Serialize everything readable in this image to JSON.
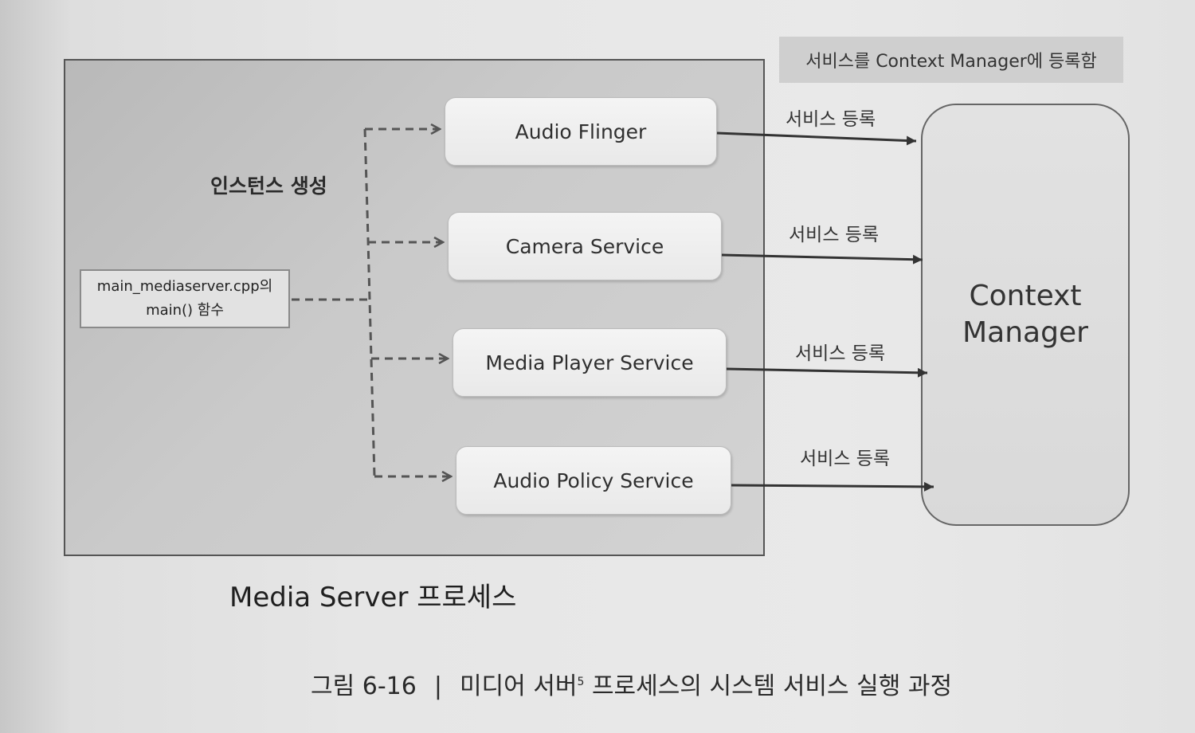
{
  "note": {
    "text": "서비스를 Context Manager에 등록함"
  },
  "main_function": {
    "line1": "main_mediaserver.cpp의",
    "line2": "main() 함수"
  },
  "instance_label": "인스턴스 생성",
  "services": [
    {
      "name": "Audio Flinger",
      "arrow_label": "서비스 등록"
    },
    {
      "name": "Camera Service",
      "arrow_label": "서비스 등록"
    },
    {
      "name": "Media Player Service",
      "arrow_label": "서비스 등록"
    },
    {
      "name": "Audio Policy Service",
      "arrow_label": "서비스 등록"
    }
  ],
  "context_manager": {
    "line1": "Context",
    "line2": "Manager"
  },
  "process_label": "Media Server 프로세스",
  "caption": {
    "figure": "그림 6-16",
    "separator": "|",
    "text_before": "미디어 서버",
    "footnote": "5",
    "text_after": " 프로세스의 시스템 서비스 실행 과정"
  },
  "colors": {
    "process_fill": "#c4c4c4",
    "service_fill": "#efefef",
    "context_fill": "#dedede",
    "note_fill": "#cfcfcf",
    "arrow": "#333333",
    "dashed_arrow": "#555555"
  }
}
